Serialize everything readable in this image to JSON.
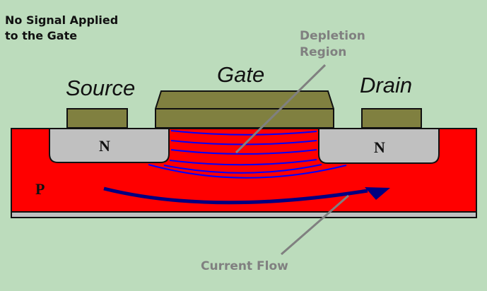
{
  "title": "No Signal Applied\nto the Gate",
  "labels": {
    "source": "Source",
    "gate": "Gate",
    "drain": "Drain",
    "source_region": "N",
    "drain_region": "N",
    "substrate": "P"
  },
  "callouts": {
    "depletion_line1": "Depletion",
    "depletion_line2": "Region",
    "current_flow": "Current Flow"
  },
  "colors": {
    "background": "#bcdcbc",
    "substrate": "#ff0000",
    "n_region": "#c0c0c0",
    "gate_metal": "#808040",
    "depletion_lines": "#0000ff",
    "current_arrow": "#000080",
    "callout": "#808080"
  }
}
